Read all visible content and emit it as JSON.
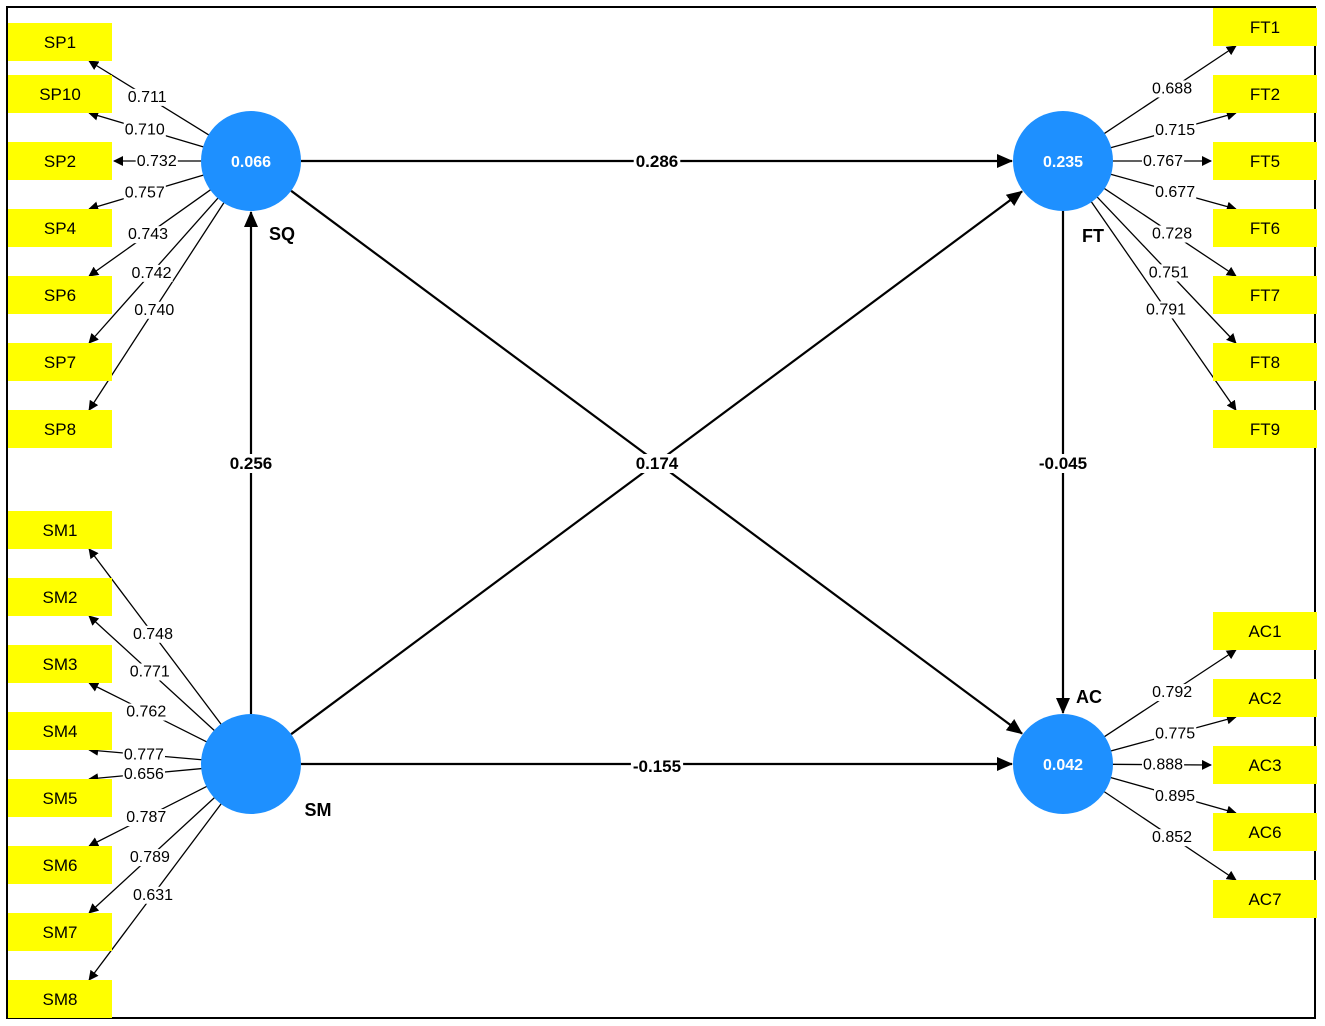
{
  "colors": {
    "indicator_fill": "#ffff00",
    "construct_fill": "#1e90ff",
    "construct_text": "#ffffff",
    "line": "#000000",
    "background": "#ffffff"
  },
  "constructs": {
    "SQ": {
      "name": "SQ",
      "value": "0.066"
    },
    "FT": {
      "name": "FT",
      "value": "0.235"
    },
    "SM": {
      "name": "SM",
      "value": ""
    },
    "AC": {
      "name": "AC",
      "value": "0.042"
    }
  },
  "indicators": {
    "SQ": [
      {
        "name": "SP1",
        "loading": "0.711"
      },
      {
        "name": "SP10",
        "loading": "0.710"
      },
      {
        "name": "SP2",
        "loading": "0.732"
      },
      {
        "name": "SP4",
        "loading": "0.757"
      },
      {
        "name": "SP6",
        "loading": "0.743"
      },
      {
        "name": "SP7",
        "loading": "0.742"
      },
      {
        "name": "SP8",
        "loading": "0.740"
      }
    ],
    "FT": [
      {
        "name": "FT1",
        "loading": "0.688"
      },
      {
        "name": "FT2",
        "loading": "0.715"
      },
      {
        "name": "FT5",
        "loading": "0.767"
      },
      {
        "name": "FT6",
        "loading": "0.677"
      },
      {
        "name": "FT7",
        "loading": "0.728"
      },
      {
        "name": "FT8",
        "loading": "0.751"
      },
      {
        "name": "FT9",
        "loading": "0.791"
      }
    ],
    "SM": [
      {
        "name": "SM1",
        "loading": "0.748"
      },
      {
        "name": "SM2",
        "loading": "0.771"
      },
      {
        "name": "SM3",
        "loading": "0.762"
      },
      {
        "name": "SM4",
        "loading": "0.777"
      },
      {
        "name": "SM5",
        "loading": "0.656"
      },
      {
        "name": "SM6",
        "loading": "0.787"
      },
      {
        "name": "SM7",
        "loading": "0.789"
      },
      {
        "name": "SM8",
        "loading": "0.631"
      }
    ],
    "AC": [
      {
        "name": "AC1",
        "loading": "0.792"
      },
      {
        "name": "AC2",
        "loading": "0.775"
      },
      {
        "name": "AC3",
        "loading": "0.888"
      },
      {
        "name": "AC6",
        "loading": "0.895"
      },
      {
        "name": "AC7",
        "loading": "0.852"
      }
    ]
  },
  "paths": [
    {
      "from": "SQ",
      "to": "FT",
      "coef": "0.286"
    },
    {
      "from": "SM",
      "to": "SQ",
      "coef": "0.256"
    },
    {
      "from": "SM",
      "to": "FT",
      "coef": "0.174"
    },
    {
      "from": "SQ",
      "to": "AC",
      "coef": ""
    },
    {
      "from": "FT",
      "to": "AC",
      "coef": "-0.045"
    },
    {
      "from": "SM",
      "to": "AC",
      "coef": "-0.155"
    }
  ]
}
